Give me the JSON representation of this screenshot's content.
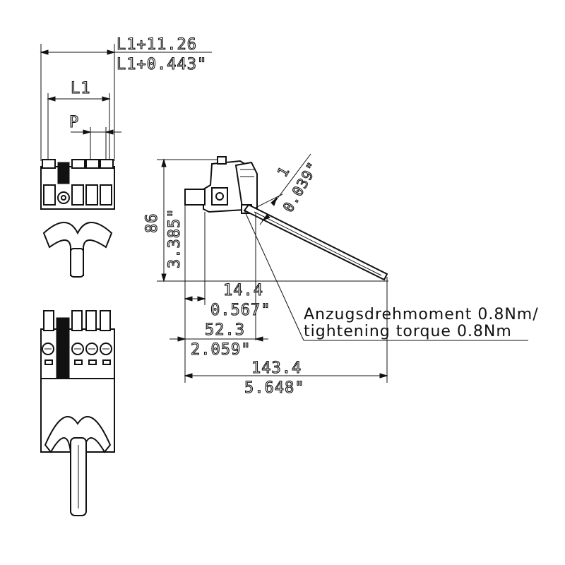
{
  "dimensions": {
    "l1_plus_mm": "L1+11.26",
    "l1_plus_in": "L1+0.443\"",
    "l1": "L1",
    "pitch": "P",
    "height_mm": "86",
    "height_in": "3.385\"",
    "gap_mm": "1",
    "gap_in": "0.039\"",
    "depth_mm": "14.4",
    "depth_in": "0.567\"",
    "body_mm": "52.3",
    "body_in": "2.059\"",
    "total_mm": "143.4",
    "total_in": "5.648\""
  },
  "note": {
    "line1": "Anzugsdrehmoment 0.8Nm/",
    "line2": "tightening torque 0.8Nm"
  }
}
